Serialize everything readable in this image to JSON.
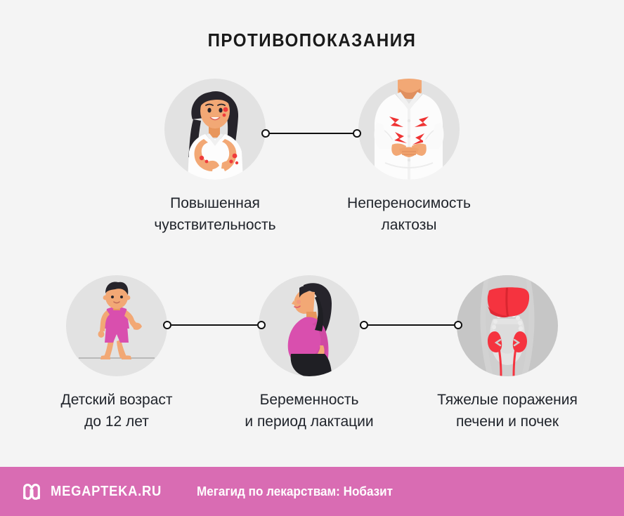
{
  "page": {
    "title": "ПРОТИВОПОКАЗАНИЯ",
    "background_color": "#f4f4f4",
    "text_color": "#20242b"
  },
  "nodes": [
    {
      "id": "sensitivity",
      "caption": "Повышенная\nчувствительность",
      "illustration": "woman-with-allergic-rash-illustration",
      "circle_color": "#e2e2e2"
    },
    {
      "id": "lactose",
      "caption": "Непереносимость\nлактозы",
      "illustration": "person-with-stomach-pain-illustration",
      "circle_color": "#e2e2e2"
    },
    {
      "id": "children",
      "caption": "Детский возраст\nдо 12 лет",
      "illustration": "child-standing-illustration",
      "circle_color": "#e2e2e2"
    },
    {
      "id": "pregnancy",
      "caption": "Беременность\nи период лактации",
      "illustration": "pregnant-woman-illustration",
      "circle_color": "#e2e2e2"
    },
    {
      "id": "organs",
      "caption": "Тяжелые поражения\nпечени и почек",
      "illustration": "liver-and-kidneys-anatomy-illustration",
      "circle_color": "#c6c6c6"
    }
  ],
  "connectors": [
    {
      "id": "connector-sensitivity-lactose",
      "from": "sensitivity",
      "to": "lactose"
    },
    {
      "id": "connector-children-pregnancy",
      "from": "children",
      "to": "pregnancy"
    },
    {
      "id": "connector-pregnancy-organs",
      "from": "pregnancy",
      "to": "organs"
    }
  ],
  "footer": {
    "background_color": "#d96cb3",
    "logo_icon": "megapteka-m-logo-icon",
    "brand": "MEGAPTEKA.RU",
    "tagline": "Мегагид по лекарствам: Нобазит"
  },
  "palette": {
    "accent_pink": "#d96cb3",
    "illustration_pink": "#d94fae",
    "illustration_red": "#f5333f",
    "skin": "#f0a878",
    "hair_black": "#26242b",
    "white": "#ffffff"
  }
}
